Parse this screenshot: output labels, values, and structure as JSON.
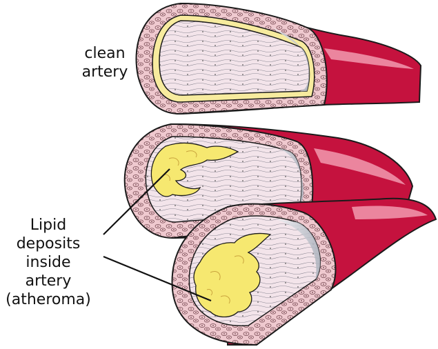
{
  "labels": {
    "clean": [
      "clean",
      "artery"
    ],
    "lipid": [
      "Lipid",
      "deposits",
      "inside",
      "artery",
      "(atheroma)"
    ]
  },
  "colors": {
    "artery_outer": "#c5123e",
    "artery_highlight": "#f4a3b6",
    "wall_pattern": "#efc9cf",
    "lumen": "#d9dde4",
    "fat": "#f6e870",
    "outline": "#1a1a1a"
  }
}
